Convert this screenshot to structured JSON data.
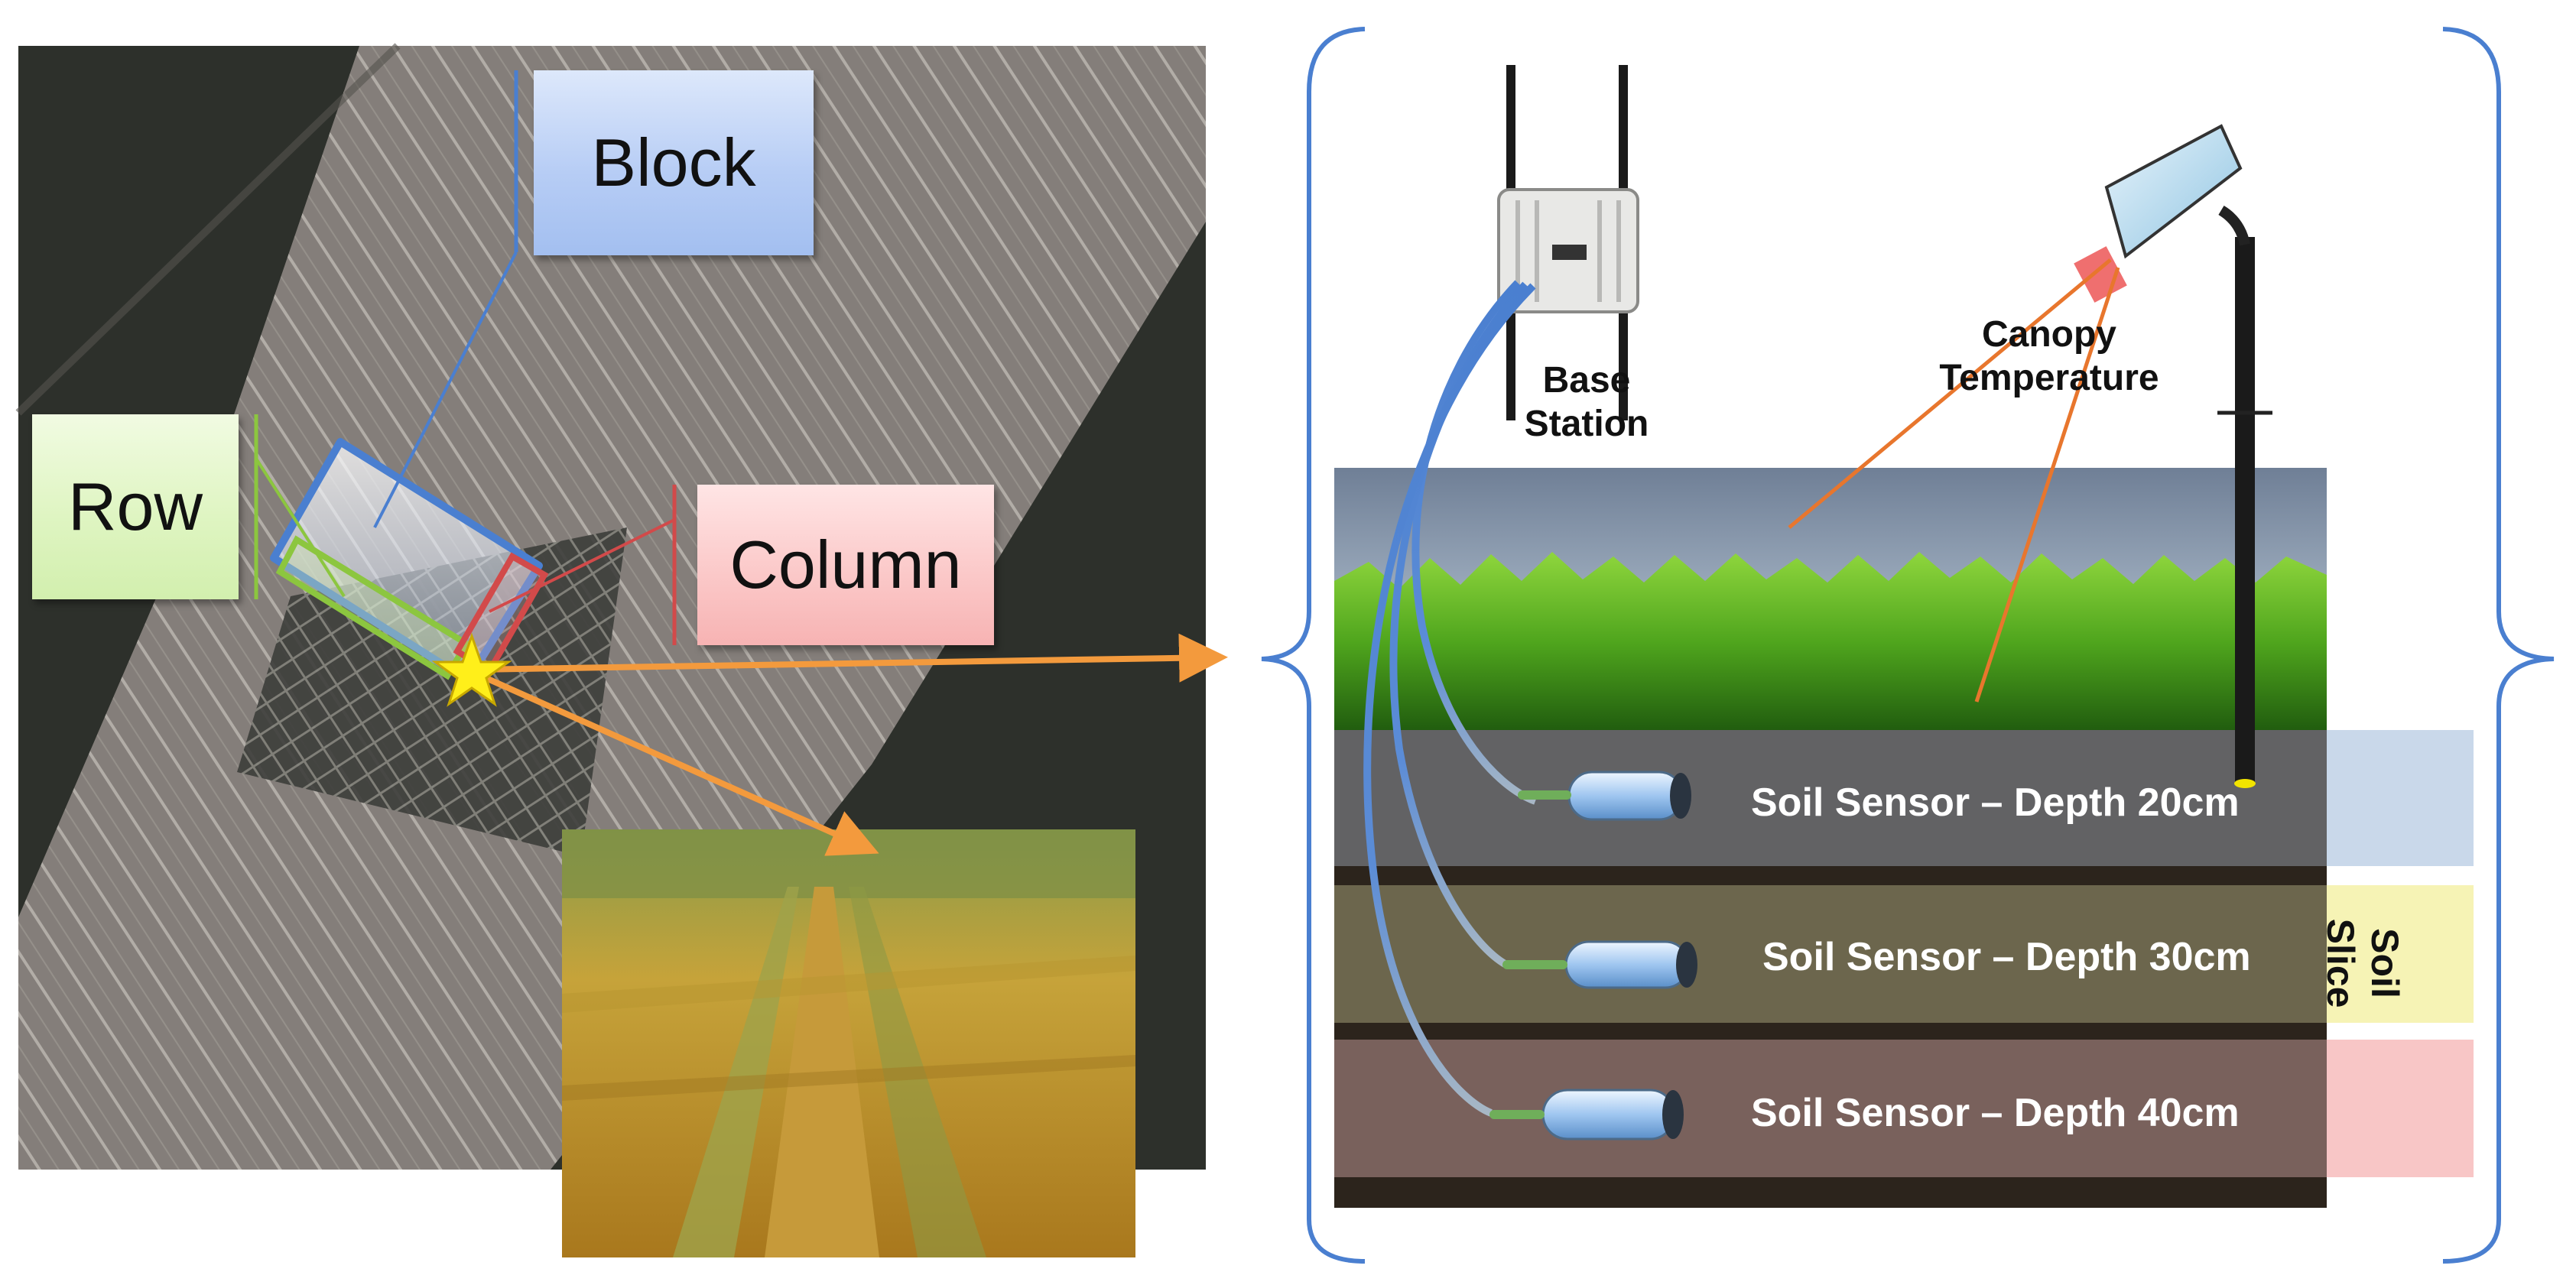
{
  "labels": {
    "block": "Block",
    "row": "Row",
    "column": "Column",
    "base_station": "Base\nStation",
    "canopy_temperature": "Canopy\nTemperature",
    "sensor_20": "Soil Sensor – Depth 20cm",
    "sensor_30": "Soil Sensor – Depth 30cm",
    "sensor_40": "Soil Sensor – Depth 40cm",
    "soil_slice": "Soil Slice"
  },
  "colors": {
    "block_outline": "#4a7fd0",
    "row_outline": "#8cc63f",
    "column_outline": "#d24a4a",
    "arrow": "#f39a3d",
    "cable": "#4a7fd0",
    "leader_line": "#e8762d",
    "layer_20": "#c9d8ea",
    "layer_30": "#f6f3b5",
    "layer_40": "#f8c6c6"
  },
  "icons": {
    "star": "star-icon",
    "base_station": "wireless-base-station-icon",
    "canopy_sensor": "infrared-canopy-sensor-icon",
    "soil_sensor": "soil-moisture-sensor-icon"
  }
}
